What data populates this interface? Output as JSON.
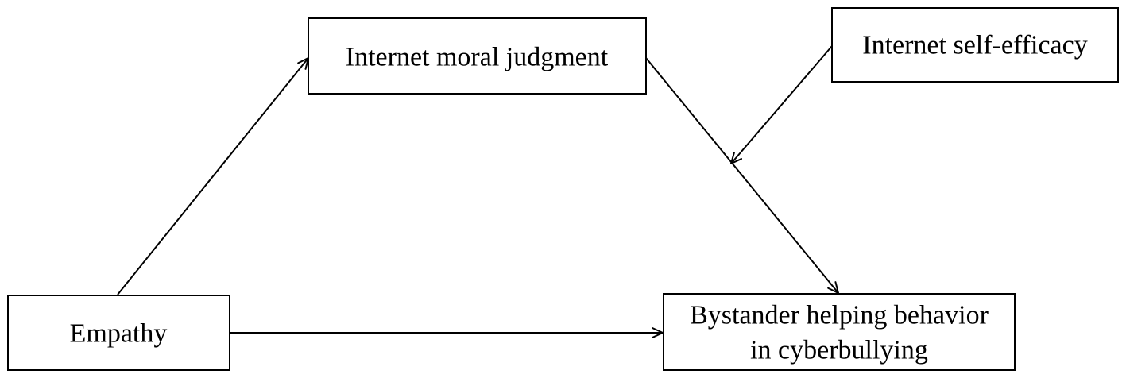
{
  "nodes": {
    "internet_moral_judgment": {
      "label": "Internet moral judgment"
    },
    "internet_self_efficacy": {
      "label": "Internet self-efficacy"
    },
    "empathy": {
      "label": "Empathy"
    },
    "bystander_helping": {
      "lines": [
        "Bystander helping behavior",
        "in cyberbullying"
      ]
    }
  },
  "colors": {
    "stroke": "#000000",
    "background": "#ffffff"
  }
}
